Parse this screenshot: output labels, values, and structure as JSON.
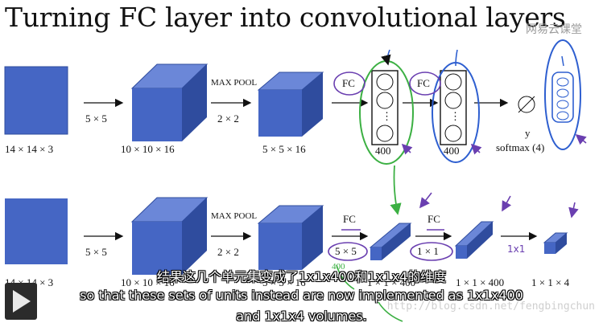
{
  "title": "Turning FC layer into convolutional layers",
  "logo_text": "网易云课堂",
  "row1": {
    "volumes": [
      "14 × 14 × 3",
      "10 × 10 × 16",
      "5 × 5 × 16"
    ],
    "arrow1": "5 × 5",
    "pool_label": "MAX POOL",
    "pool_size": "2 × 2",
    "fc1": "FC",
    "fc2": "FC",
    "units1": "400",
    "units2": "400",
    "dots": "⋮",
    "y_label": "y",
    "softmax": "softmax (4)"
  },
  "row2": {
    "volumes": [
      "14 × 14 × 3",
      "10 × 10 × 16",
      "5 × 5 × 16",
      "1 × 1 × 400",
      "1 × 1 × 400",
      "1 × 1 × 4"
    ],
    "arrow1": "5 × 5",
    "pool_label": "MAX POOL",
    "pool_size": "2 × 2",
    "fc1": "FC",
    "fc2": "FC",
    "filter1": "5 × 5",
    "filter2": "1 × 1",
    "hand_note": "1x1",
    "hand_400": "400"
  },
  "subtitles": {
    "zh": "结果这几个单元集变成了1x1x400和1x1x4的维度",
    "en1": "so that these sets of units instead are now implemented as 1x1x400",
    "en2": "and 1x1x4 volumes."
  },
  "watermark": "http://blog.csdn.net/fengbingchun",
  "colors": {
    "cube_front": "#4566c4",
    "cube_top": "#6b87d8",
    "cube_side": "#2f4c9e",
    "ink_green": "#3cb043",
    "ink_purple": "#6a3fb0",
    "ink_blue": "#2e5fd0"
  },
  "icons": [
    "play-icon"
  ]
}
